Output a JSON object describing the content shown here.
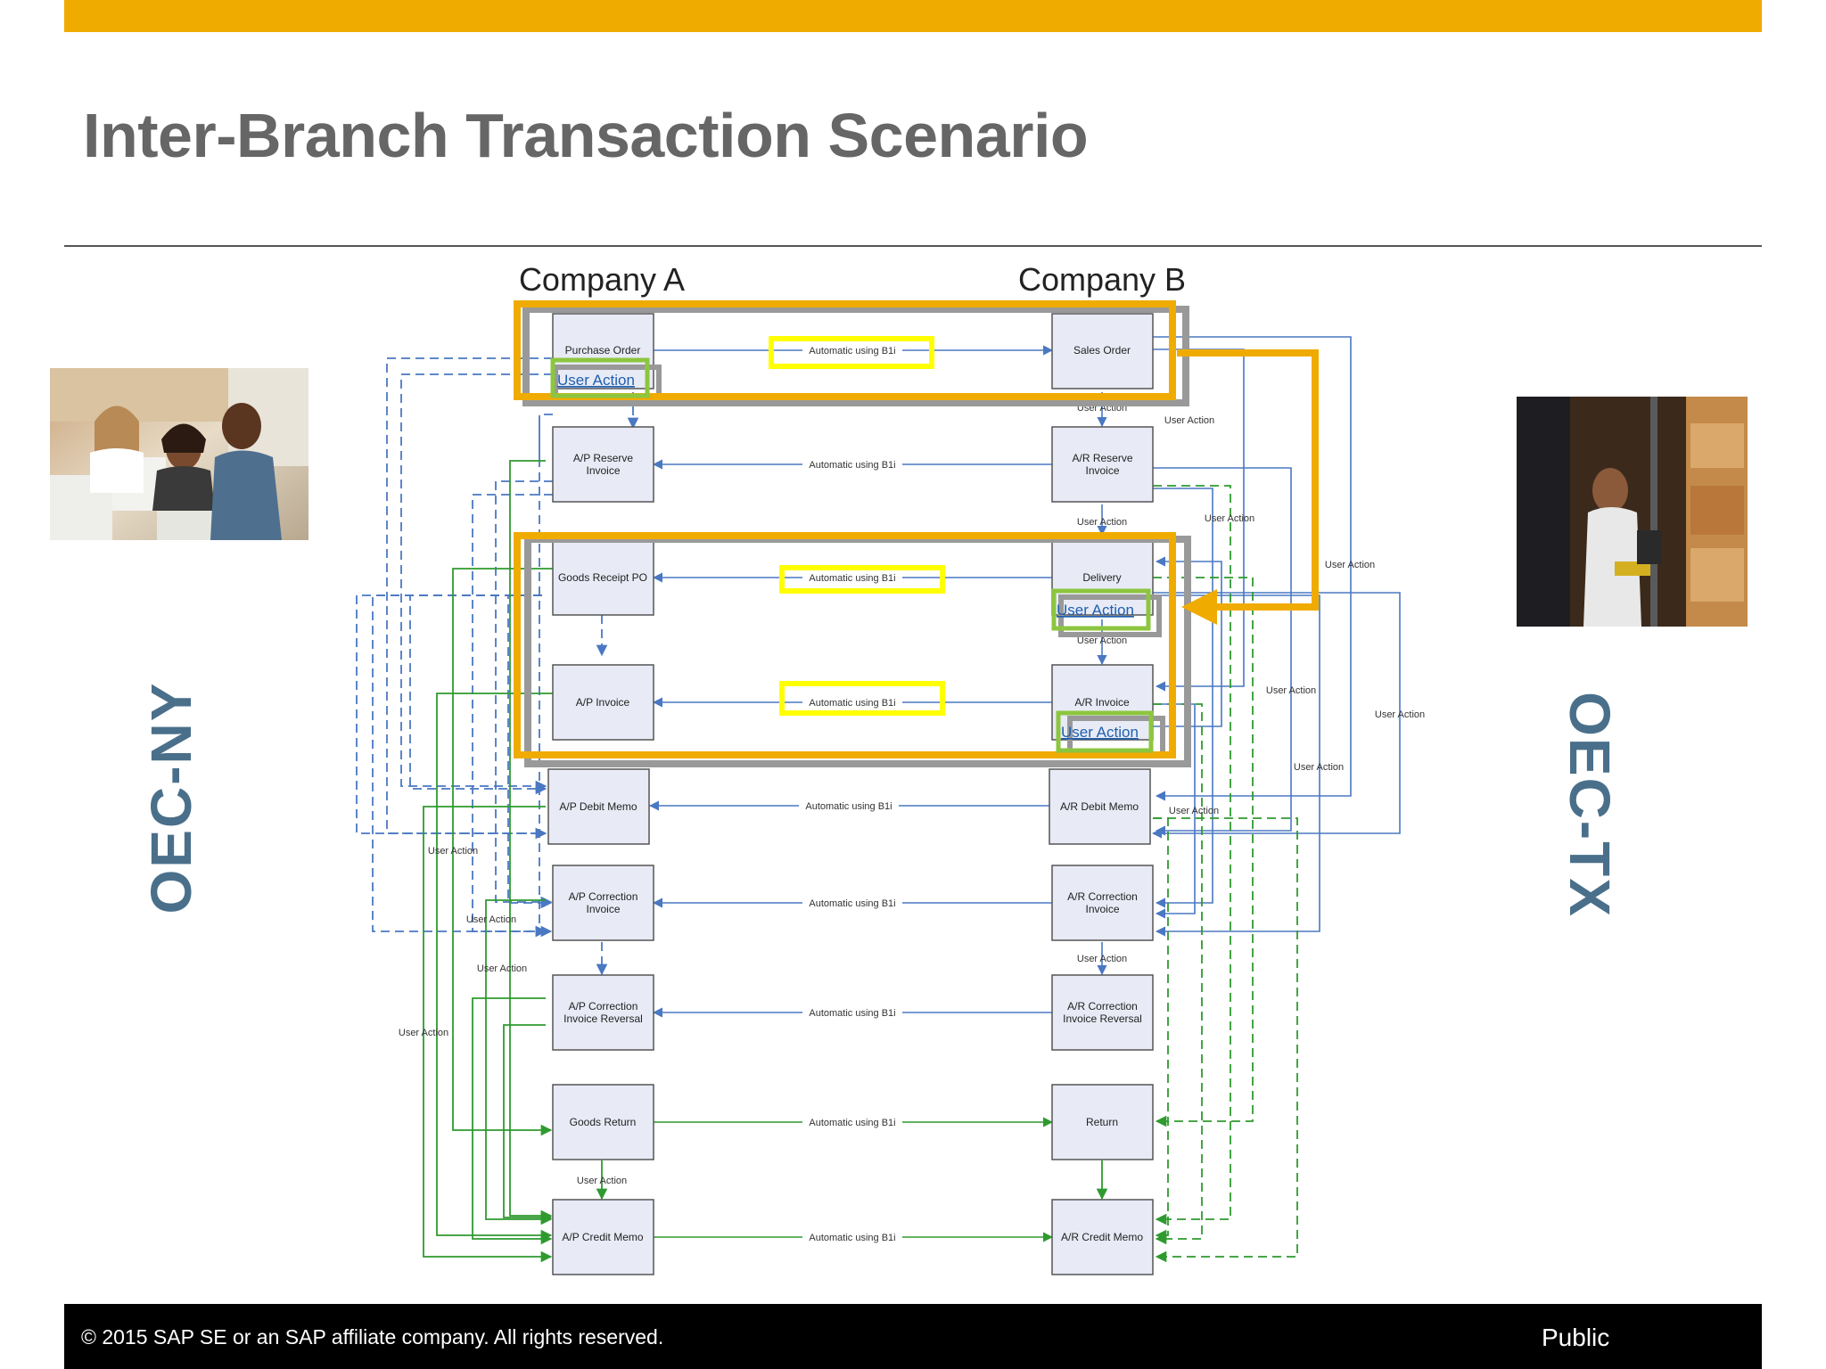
{
  "slide": {
    "title": "Inter-Branch Transaction Scenario",
    "left_branch": "OEC-NY",
    "right_branch": "OEC-TX",
    "footer_copyright": "©  2015 SAP SE or an SAP affiliate company. All rights reserved.",
    "footer_classification": "Public"
  },
  "colors": {
    "accent": "#f0ab00",
    "title": "#666666",
    "branch_label": "#4a6f8a",
    "box_fill": "#e8ebf6",
    "blue_flow": "#4a78c2",
    "green_flow": "#2f9a2f",
    "highlight_orange": "#f0ab00",
    "highlight_yellow": "#ffff00",
    "highlight_green": "#8cc63f",
    "highlight_gray": "#999999"
  },
  "diagram": {
    "company_a": "Company A",
    "company_b": "Company B",
    "auto_label": "Automatic using B1i",
    "user_action": "User Action",
    "company_a_docs": [
      "Purchase Order",
      "A/P Reserve Invoice",
      "Goods Receipt PO",
      "A/P Invoice",
      "A/P Debit Memo",
      "A/P Correction Invoice",
      "A/P Correction Invoice Reversal",
      "Goods Return",
      "A/P Credit Memo"
    ],
    "company_b_docs": [
      "Sales Order",
      "A/R Reserve Invoice",
      "Delivery",
      "A/R Invoice",
      "A/R Debit Memo",
      "A/R Correction Invoice",
      "A/R Correction Invoice Reversal",
      "Return",
      "A/R Credit Memo"
    ]
  }
}
